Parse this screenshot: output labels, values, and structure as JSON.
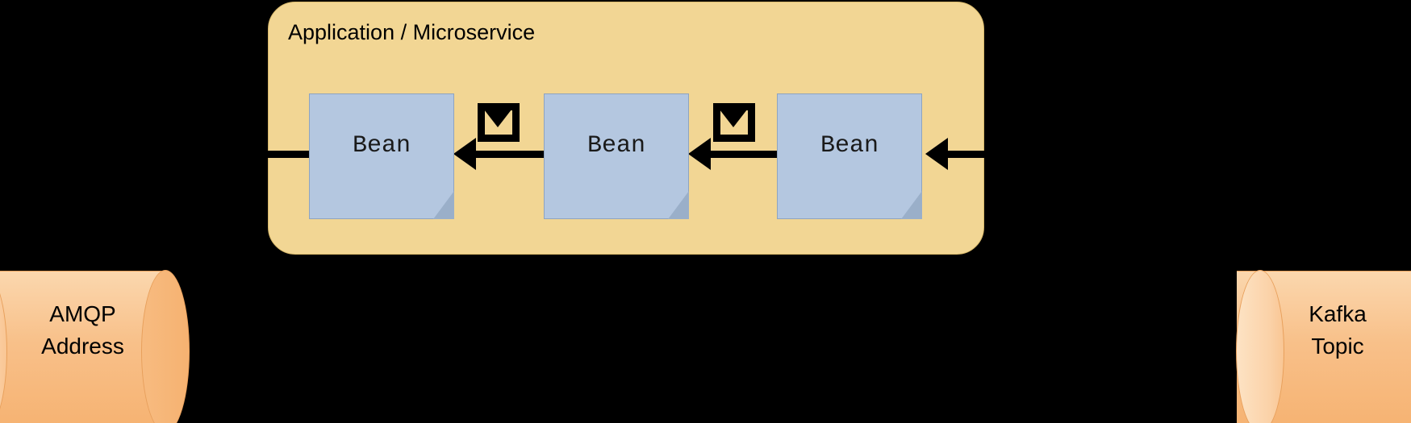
{
  "diagram": {
    "type": "flow-diagram",
    "background_color": "#000000",
    "container": {
      "title": "Application / Microservice",
      "fill_color": "#f2d694",
      "border_color": "#d9b96a"
    },
    "beans": [
      {
        "label": "Bean",
        "fill_color": "#b4c7e0"
      },
      {
        "label": "Bean",
        "fill_color": "#b4c7e0"
      },
      {
        "label": "Bean",
        "fill_color": "#b4c7e0"
      }
    ],
    "messages": [
      {
        "icon": "envelope-icon"
      },
      {
        "icon": "envelope-icon"
      }
    ],
    "endpoints": [
      {
        "id": "amqp",
        "line1": "AMQP",
        "line2": "Address",
        "shape": "cylinder",
        "fill_color": "#f8c089"
      },
      {
        "id": "kafka",
        "line1": "Kafka",
        "line2": "Topic",
        "shape": "cylinder",
        "fill_color": "#f8c089"
      }
    ],
    "flow": {
      "direction": "right-to-left",
      "arrow_color": "#000000"
    }
  }
}
